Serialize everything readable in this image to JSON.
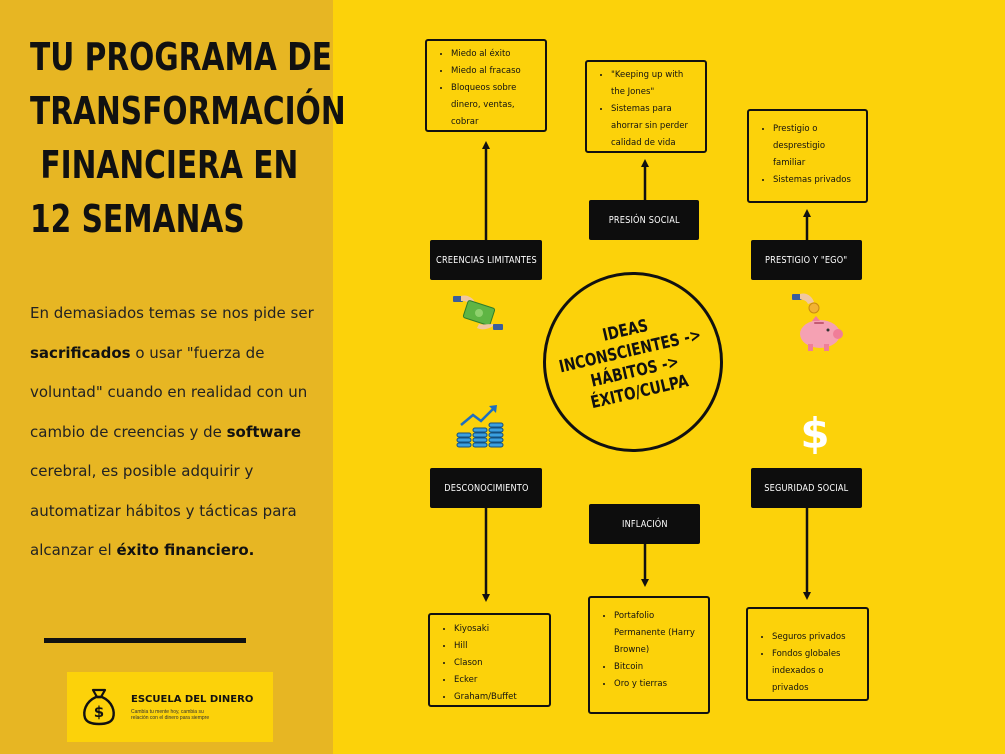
{
  "title_lines": [
    "TU PROGRAMA DE",
    "TRANSFORMACIÓN",
    " FINANCIERA EN",
    "12 SEMANAS"
  ],
  "intro": {
    "p1": "En demasiados temas se nos pide ser ",
    "b1": "sacrificados",
    "p2": " o usar \"fuerza de voluntad\" cuando en realidad con un cambio de creencias y de ",
    "b2": "software",
    "p3": " cerebral, es posible adquirir y automatizar hábitos y tácticas para alcanzar el ",
    "b3": "éxito financiero."
  },
  "logo": {
    "name": "ESCUELA DEL DINERO",
    "tagline": "Cambia tu mente hoy, cambia su relación con el dinero para siempre"
  },
  "center": [
    "IDEAS",
    "INCONSCIENTES ->",
    "HÁBITOS ->",
    "ÉXITO/CULPA"
  ],
  "nodes": {
    "creencias": "CREENCIAS LIMITANTES",
    "presion": "PRESIÓN SOCIAL",
    "prestigio": "PRESTIGIO Y \"EGO\"",
    "desconocimiento": "DESCONOCIMIENTO",
    "inflacion": "INFLACIÓN",
    "seguridad": "SEGURIDAD SOCIAL"
  },
  "boxes": {
    "creencias": [
      "Miedo al éxito",
      "Miedo al fracaso",
      "Bloqueos sobre dinero, ventas, cobrar"
    ],
    "presion": [
      "\"Keeping up with the Jones\"",
      "Sistemas para ahorrar sin perder calidad de vida"
    ],
    "prestigio": [
      "Prestigio o desprestigio familiar",
      "Sistemas privados"
    ],
    "desconocimiento": [
      "Kiyosaki",
      "Hill",
      "Clason",
      "Ecker",
      "Graham/Buffet"
    ],
    "inflacion": [
      "Portafolio Permanente (Harry Browne)",
      "Bitcoin",
      "Oro y tierras"
    ],
    "seguridad": [
      "Seguros privados",
      "Fondos globales indexados o privados"
    ]
  },
  "colors": {
    "background": "#fcd20a",
    "left_panel": "#e7b623",
    "node": "#0d0d0d",
    "ink": "#111111"
  },
  "icons": [
    "money-transfer-icon",
    "piggy-bank-icon",
    "coin-stacks-growth-icon",
    "dollar-sign-icon",
    "money-bag-icon"
  ]
}
